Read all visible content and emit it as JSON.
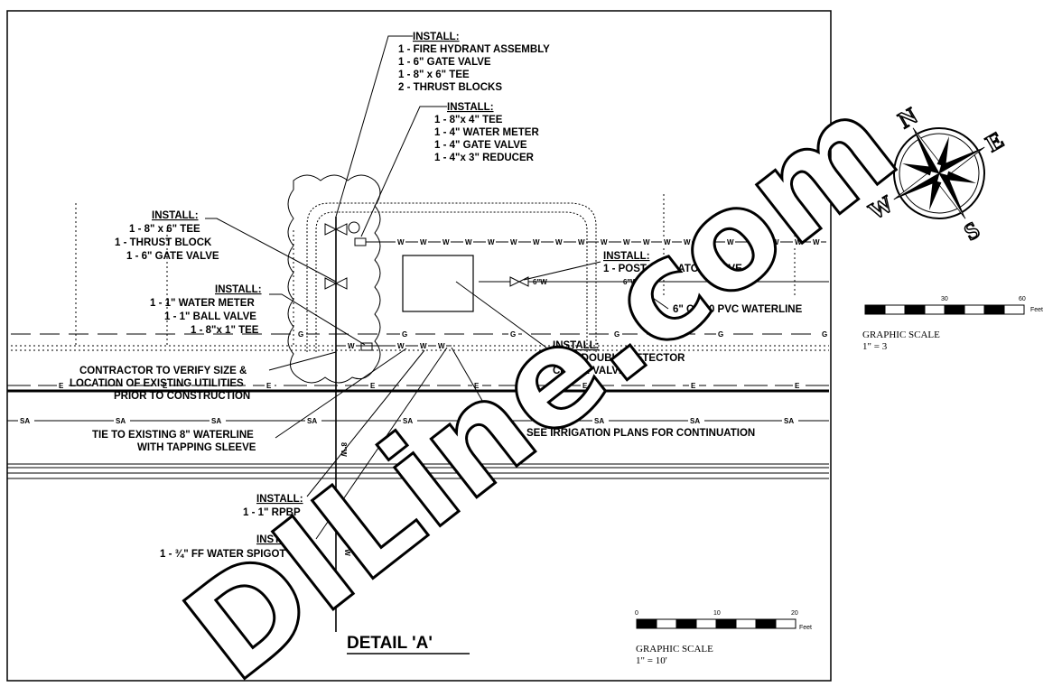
{
  "callouts": {
    "hydrant": {
      "heading": "INSTALL:",
      "lines": [
        "1 - FIRE HYDRANT ASSEMBLY",
        "1 - 6\" GATE VALVE",
        "1 - 8\" x 6\" TEE",
        "2 - THRUST BLOCKS"
      ]
    },
    "meter4": {
      "heading": "INSTALL:",
      "lines": [
        "1 - 8\"x 4\" TEE",
        "1 - 4\" WATER METER",
        "1 - 4\" GATE VALVE",
        "1 - 4\"x 3\" REDUCER"
      ]
    },
    "tee86": {
      "heading": "INSTALL:",
      "lines": [
        "1 - 8\" x 6\" TEE",
        "1 - THRUST BLOCK",
        "1 - 6\" GATE VALVE"
      ]
    },
    "meter1": {
      "heading": "INSTALL:",
      "lines": [
        "1 - 1\" WATER METER",
        "1 - 1\" BALL VALVE",
        "1 - 8\"x 1\" TEE"
      ]
    },
    "piv": {
      "heading": "INSTALL:",
      "lines": [
        "1 - POST INDICATOR VALVE"
      ]
    },
    "ddc": {
      "heading": "INSTALL:",
      "lines": [
        "1 - 6\" DOUBLE DETECTOR",
        "CHECK  VALVE"
      ]
    },
    "rpbp": {
      "heading": "INSTALL:",
      "lines": [
        "1 - 1\" RPBP"
      ]
    },
    "spigot": {
      "heading": "INSTALL:",
      "lines": [
        "1 - ¾\" FF WATER SPIGOT"
      ]
    }
  },
  "notes": {
    "pvc": "6\" C-900 PVC WATERLINE",
    "contractor": [
      "CONTRACTOR TO VERIFY SIZE &",
      "LOCATION OF EXISTING UTILITIES",
      "PRIOR TO CONSTRUCTION"
    ],
    "tie": [
      "TIE TO EXISTING 8\" WATERLINE",
      "WITH TAPPING SLEEVE"
    ],
    "irrigation": "SEE IRRIGATION PLANS FOR CONTINUATION",
    "detail": "DETAIL 'A'"
  },
  "line_tags": {
    "water": "W",
    "gas": "G",
    "electric": "E",
    "sanitary": "SA",
    "six_w": "6\"W",
    "eight_w": "8\"W"
  },
  "compass": {
    "n": "N",
    "e": "E",
    "s": "S",
    "w": "W"
  },
  "scale_large": {
    "ticks": [
      "30",
      "60"
    ],
    "unit": "Feet",
    "label": "GRAPHIC SCALE",
    "ratio": "1\" = 3"
  },
  "scale_small": {
    "ticks": [
      "0",
      "10",
      "20"
    ],
    "unit": "Feet",
    "label": "GRAPHIC SCALE",
    "ratio": "1\" = 10'"
  },
  "watermark": "DILine.com"
}
